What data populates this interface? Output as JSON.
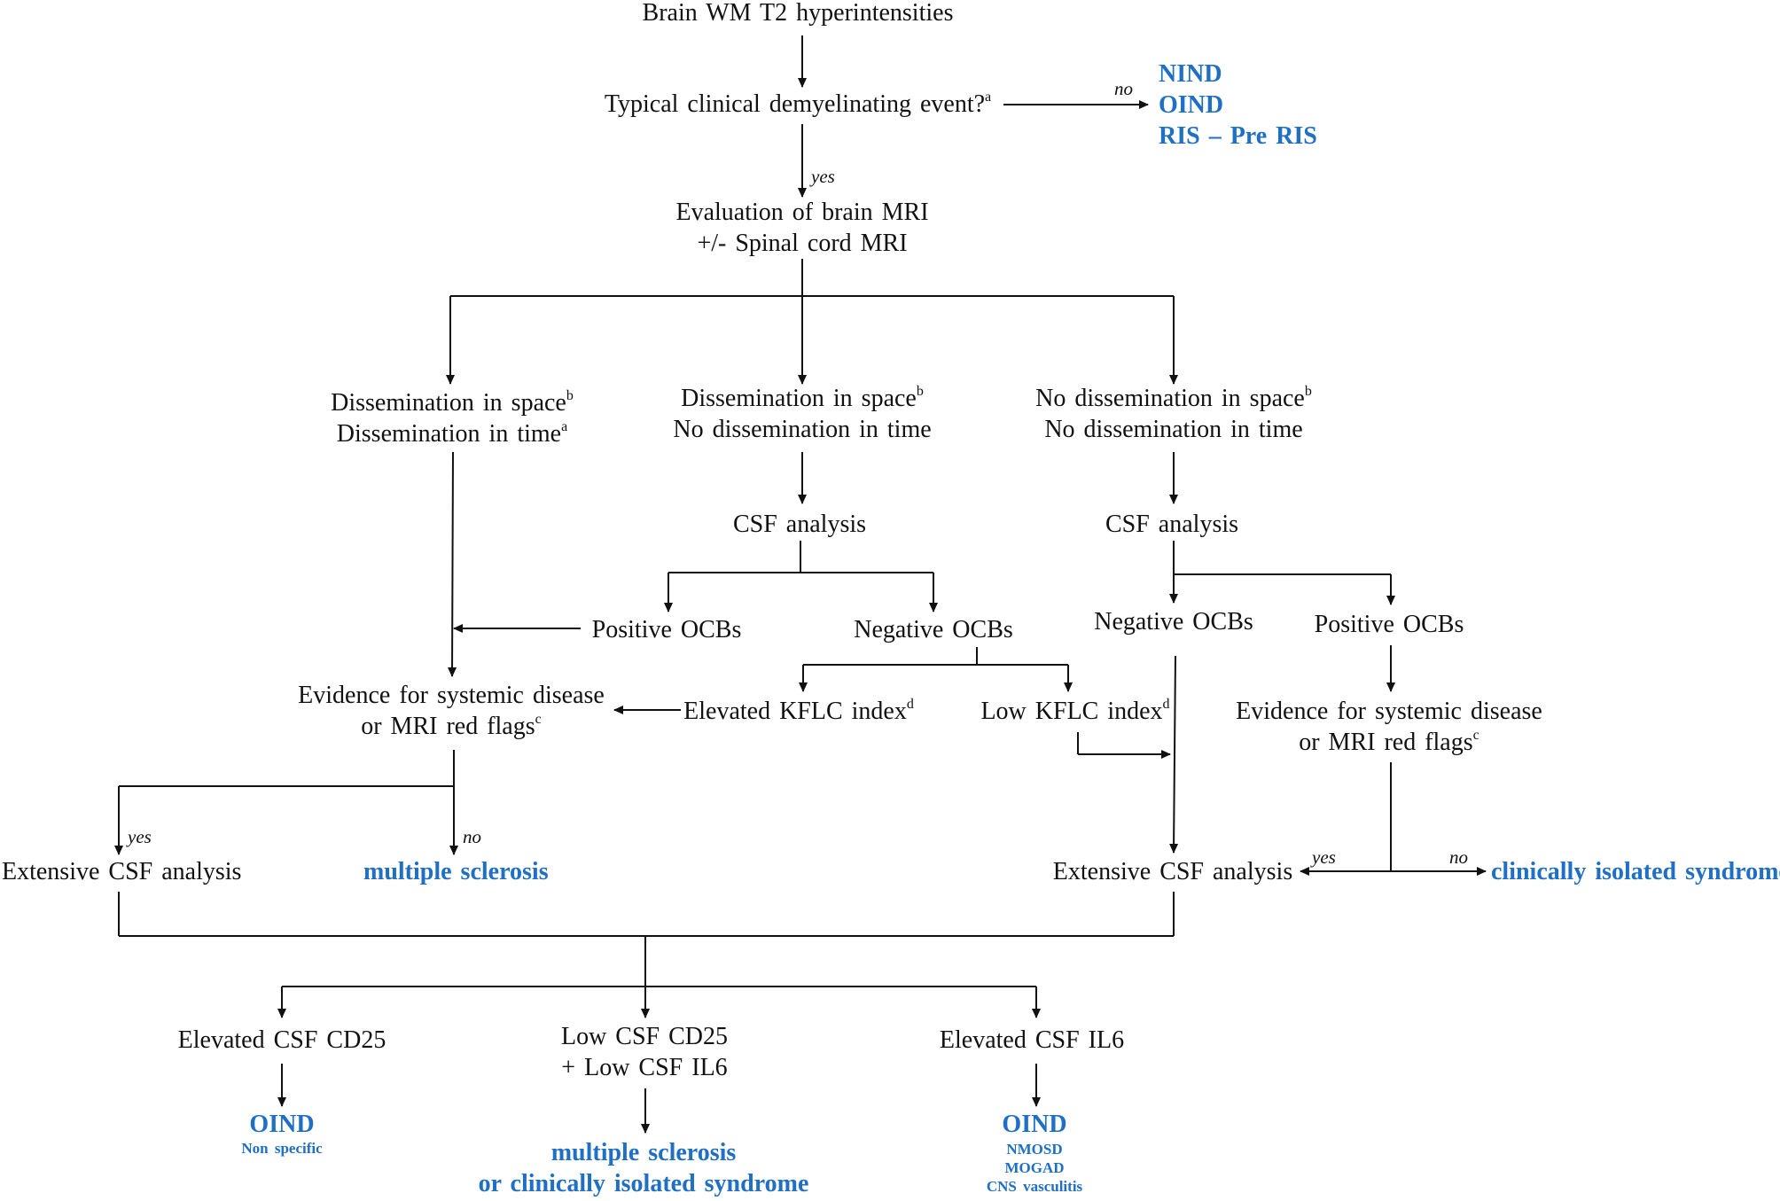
{
  "nodes": {
    "root": "Brain WM T2 hyperintensities",
    "event_q": "Typical clinical demyelinating event?",
    "event_q_sup": "a",
    "no_outcomes": [
      "NIND",
      "OIND",
      "RIS – Pre RIS"
    ],
    "mri_eval": [
      "Evaluation of brain MRI",
      "+/- Spinal cord MRI"
    ],
    "left_branch": {
      "line1": "Dissemination in space",
      "sup1": "b",
      "line2": "Dissemination in time",
      "sup2": "a"
    },
    "mid_branch": {
      "line1": "Dissemination in space",
      "sup1": "b",
      "line2": "No dissemination in time"
    },
    "right_branch": {
      "line1": "No dissemination in space",
      "sup1": "b",
      "line2": "No dissemination in time"
    },
    "csf_mid": "CSF analysis",
    "csf_right": "CSF analysis",
    "positive_ocbs_mid": "Positive OCBs",
    "negative_ocbs_mid": "Negative OCBs",
    "negative_ocbs_right": "Negative OCBs",
    "positive_ocbs_right": "Positive OCBs",
    "systemic_left": {
      "line1": "Evidence for systemic disease",
      "line2": "or MRI red flags",
      "sup": "c"
    },
    "systemic_right": {
      "line1": "Evidence for systemic disease",
      "line2": "or MRI red flags",
      "sup": "c"
    },
    "elevated_kflc": {
      "text": "Elevated KFLC index",
      "sup": "d"
    },
    "low_kflc": {
      "text": "Low KFLC index",
      "sup": "d"
    },
    "extensive_left": "Extensive CSF analysis",
    "extensive_right": "Extensive CSF analysis",
    "ms_left": "multiple sclerosis",
    "cis_right": "clinically isolated syndrome",
    "cd25_elevated": "Elevated CSF CD25",
    "cd25_low": [
      "Low CSF CD25",
      "+ Low CSF IL6"
    ],
    "il6_elevated": "Elevated CSF IL6",
    "out_oind1": {
      "title": "OIND",
      "sub": "Non specific"
    },
    "out_ms_cis": [
      "multiple sclerosis",
      "or clinically isolated syndrome"
    ],
    "out_oind2": {
      "title": "OIND",
      "subs": [
        "NMOSD",
        "MOGAD",
        "CNS vasculitis"
      ]
    }
  },
  "labels": {
    "no_event": "no",
    "yes_event": "yes",
    "yes_left": "yes",
    "no_left": "no",
    "yes_right": "yes",
    "no_right": "no"
  },
  "colors": {
    "outcome": "#1f6fc4",
    "text": "#111111"
  }
}
